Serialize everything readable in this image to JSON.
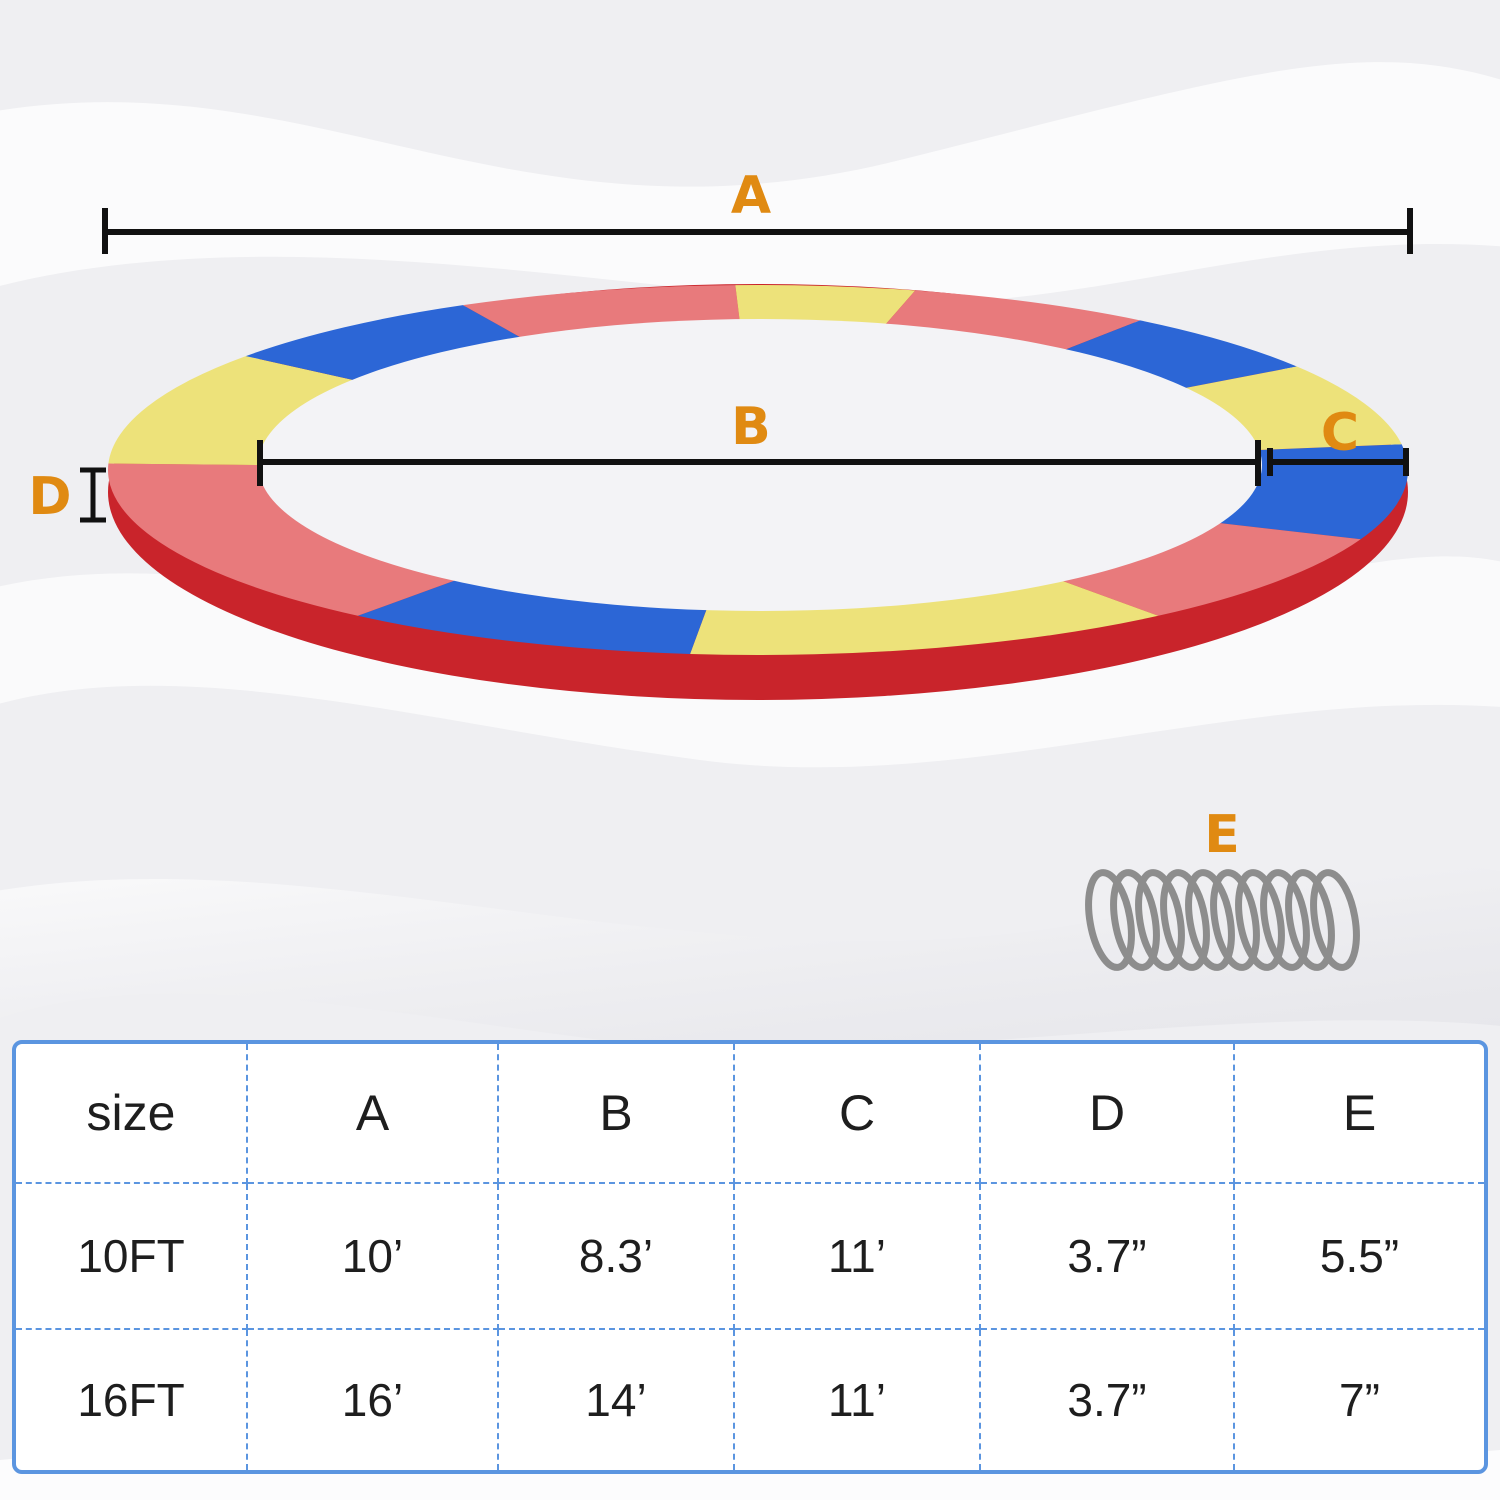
{
  "diagram": {
    "labels": {
      "a": "A",
      "b": "B",
      "c": "C",
      "d": "D",
      "e": "E"
    },
    "ring_colors": {
      "red": "#e87a7c",
      "yellow": "#ede27a",
      "blue": "#2c66d6"
    },
    "label_color": "#e08a12"
  },
  "table": {
    "header": [
      "size",
      "A",
      "B",
      "C",
      "D",
      "E"
    ],
    "rows": [
      [
        "10FT",
        "10’",
        "8.3’",
        "11’",
        "3.7”",
        "5.5”"
      ],
      [
        "16FT",
        "16’",
        "14’",
        "11’",
        "3.7”",
        "7”"
      ]
    ],
    "border_color": "#5b95e0"
  }
}
